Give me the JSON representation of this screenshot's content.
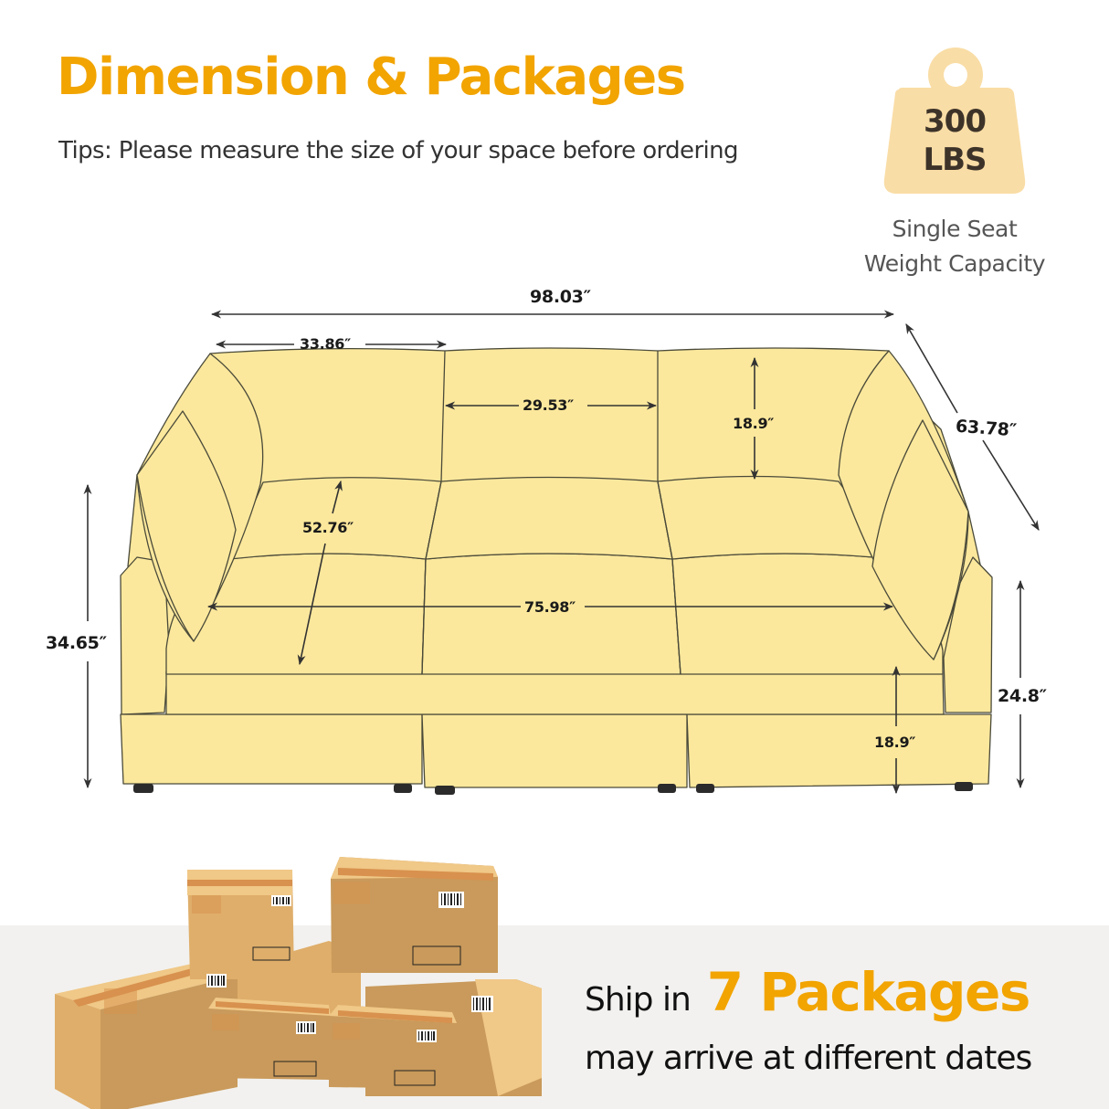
{
  "header": {
    "title": "Dimension & Packages",
    "tips": "Tips: Please measure the size of your space before ordering"
  },
  "weight_badge": {
    "icon": "weight-icon",
    "value": "300",
    "unit": "LBS",
    "caption_line1": "Single Seat",
    "caption_line2": "Weight Capacity",
    "color": "#F9DDA6"
  },
  "dimensions": {
    "overall_width": "98.03″",
    "seat_module_width": "33.86″",
    "backrest_width": "29.53″",
    "backrest_height": "18.9″",
    "overall_depth": "63.78″",
    "seat_depth": "52.76″",
    "seat_width": "75.98″",
    "overall_height": "34.65″",
    "arm_height": "24.8″",
    "seat_height": "18.9″"
  },
  "shipping": {
    "prefix": "Ship in",
    "count": "7 Packages",
    "note": "may arrive at different dates",
    "icon": "cardboard-boxes-icon"
  },
  "colors": {
    "accent": "#F2A400",
    "sofa_fill": "#FCE89C",
    "sofa_stroke": "#4a4a3a",
    "band_bg": "#F2F1EF",
    "box_light": "#F0C887",
    "box_mid": "#DFAE6A",
    "box_dark": "#C99A5B",
    "tape": "#D8914E"
  }
}
